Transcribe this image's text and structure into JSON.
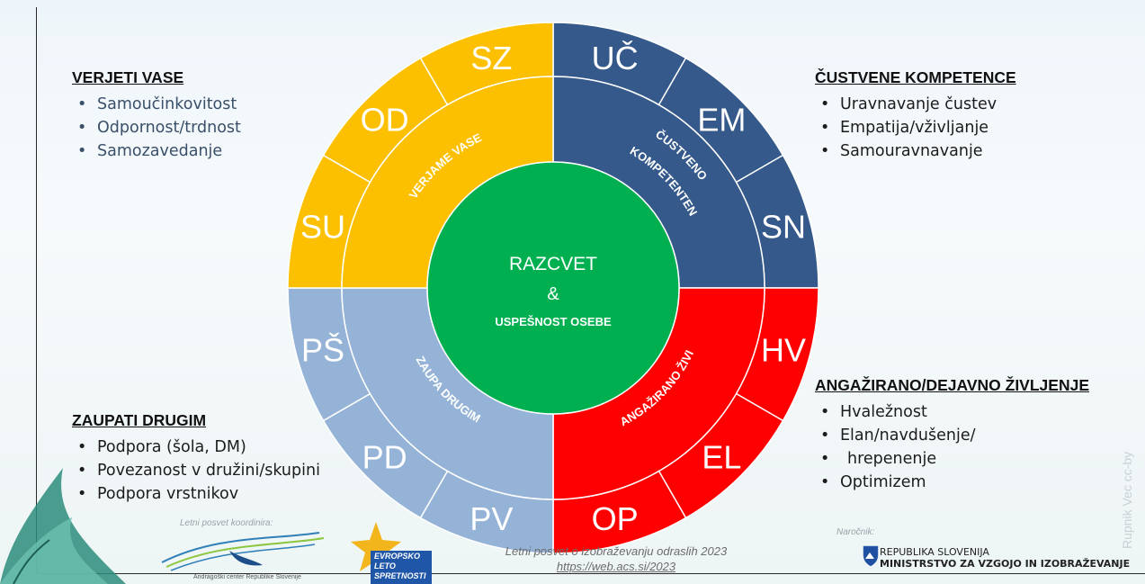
{
  "diagram": {
    "center": {
      "line1": "RAZCVET",
      "line2": "&",
      "line3": "USPEŠNOST OSEBE"
    },
    "ring_labels": {
      "top_left": "VERJAME VASE",
      "top_right_line1": "ČUSTVENO",
      "top_right_line2": "KOMPETENTEN",
      "bottom_left": "ZAUPA DRUGIM",
      "bottom_right": "ANGAŽIRANO ŽIVI"
    },
    "outer_segments": {
      "top_left": [
        "SZ",
        "OD",
        "SU"
      ],
      "top_right": [
        "UČ",
        "EM",
        "SN"
      ],
      "bottom_right": [
        "HV",
        "EL",
        "OP"
      ],
      "bottom_left": [
        "PŠ",
        "PD",
        "PV"
      ]
    },
    "colors": {
      "top_left": "#fcc000",
      "top_right": "#34598a",
      "bottom_right": "#ff0000",
      "bottom_left": "#95b3d7",
      "center": "#00b050"
    }
  },
  "sections": {
    "verjeti_vase": {
      "heading": "VERJETI VASE",
      "items": [
        "Samoučinkovitost",
        "Odpornost/trdnost",
        "Samozavedanje"
      ]
    },
    "custvene_kompetence": {
      "heading": "ČUSTVENE KOMPETENCE",
      "items": [
        "Uravnavanje čustev",
        "Empatija/vživljanje",
        "Samouravnavanje"
      ]
    },
    "zaupati_drugim": {
      "heading": "ZAUPATI DRUGIM",
      "items": [
        "Podpora (šola, DM)",
        "Povezanost v družini/skupini",
        "Podpora vrstnikov"
      ]
    },
    "angazirano": {
      "heading": "ANGAŽIRANO/DEJAVNO ŽIVLJENJE",
      "items": [
        "Hvaležnost",
        "Elan/navdušenje/",
        "hrepenenje",
        "Optimizem"
      ]
    }
  },
  "footer": {
    "coordinator_note": "Letni posvet koordinira:",
    "acs_caption": "Andragoški center Republike Slovenije",
    "conference": "Letni posvet o izobraževanju odraslih 2023",
    "url": "https://web.acs.si/2023",
    "client_note": "Naročnik:",
    "ministry_line1": "REPUBLIKA SLOVENIJA",
    "ministry_line2": "MINISTRSTVO ZA VZGOJO IN IZOBRAŽEVANJE",
    "eu_line1": "EVROPSKO",
    "eu_line2": "LETO",
    "eu_line3": "SPRETNOSTI",
    "side_credit": "Rupnik Vec cc-by"
  }
}
